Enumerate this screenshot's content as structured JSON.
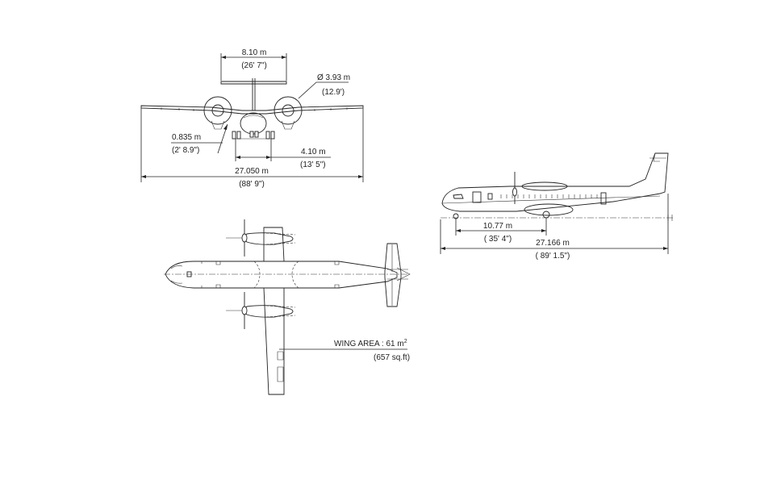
{
  "front_view": {
    "tailplane_span": "8.10 m",
    "tailplane_span_imperial": "(26' 7\")",
    "propeller_diameter": "Ø 3.93 m",
    "propeller_diameter_imperial": "(12.9')",
    "prop_ground_clearance": "0.835 m",
    "prop_ground_clearance_imperial": "(2' 8.9\")",
    "wheel_track": "4.10 m",
    "wheel_track_imperial": "(13' 5\")",
    "wing_span": "27.050 m",
    "wing_span_imperial": "(88' 9\")"
  },
  "side_view": {
    "wheelbase": "10.77 m",
    "wheelbase_imperial": "( 35' 4\")",
    "overall_length": "27.166 m",
    "overall_length_imperial": "( 89' 1.5\")"
  },
  "top_view": {
    "wing_area_label": "WING AREA : 61 m",
    "wing_area_superscript": "2",
    "wing_area_imperial": "(657 sq.ft)"
  }
}
